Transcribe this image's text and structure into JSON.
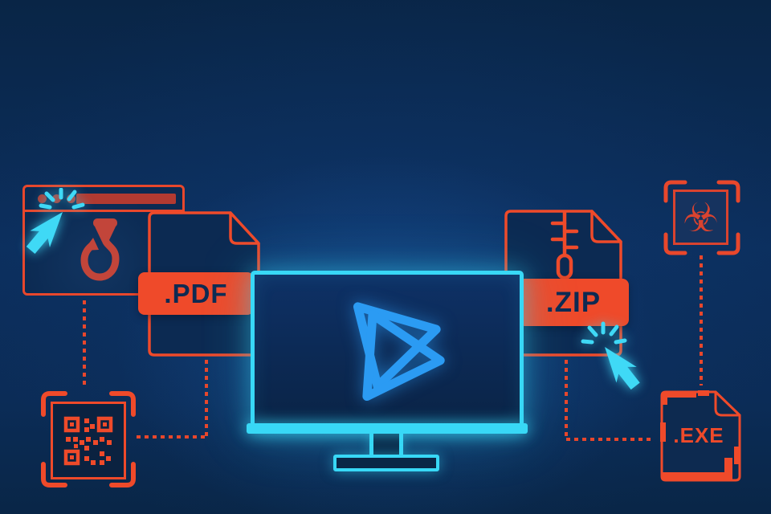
{
  "illustration": {
    "file_labels": {
      "pdf": ".PDF",
      "zip": ".ZIP",
      "exe": ".EXE"
    },
    "colors": {
      "background_navy": "#0b2c58",
      "panel_navy": "#0c2a52",
      "accent_orange": "#ef4a2a",
      "connector_orange": "#e8472c",
      "muted_red": "#b23a31",
      "hook_red": "#c2453a",
      "threat_red": "#d9432f",
      "cyan_glow": "#38d8f6",
      "logo_blue": "#2b9bf3",
      "label_navy": "#0e2a52"
    },
    "elements": [
      {
        "name": "phishing-browser-window",
        "icon": "fish-hook-icon"
      },
      {
        "name": "pdf-file",
        "icon": "document-icon"
      },
      {
        "name": "zip-file",
        "icon": "zipper-document-icon"
      },
      {
        "name": "exe-file",
        "icon": "document-icon"
      },
      {
        "name": "qr-code-scan-frame",
        "icon": "qr-code-icon"
      },
      {
        "name": "biohazard-scan-frame",
        "icon": "biohazard-icon"
      },
      {
        "name": "monitor",
        "icon": "play-triangles-logo"
      },
      {
        "name": "click-cursor-left",
        "icon": "cursor-click-icon"
      },
      {
        "name": "click-cursor-right",
        "icon": "cursor-click-icon"
      }
    ]
  }
}
